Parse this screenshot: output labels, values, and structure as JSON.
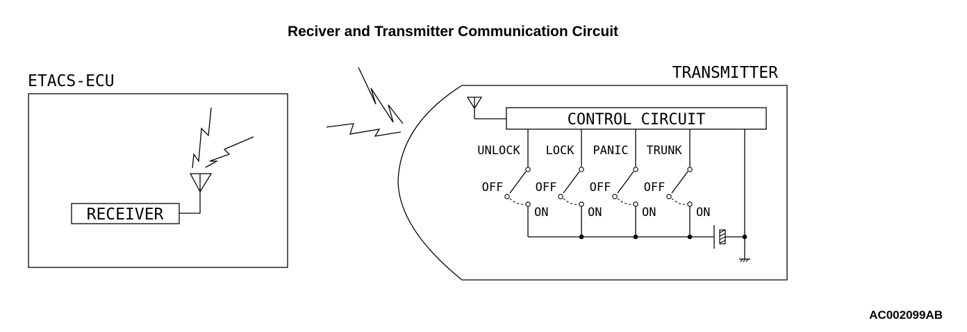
{
  "title": "Reciver and Transmitter Communication Circuit",
  "figure_code": "AC002099AB",
  "ecu": {
    "label": "ETACS-ECU",
    "receiver_label": "RECEIVER"
  },
  "transmitter": {
    "label": "TRANSMITTER",
    "control_circuit_label": "CONTROL CIRCUIT",
    "switches": [
      {
        "name": "UNLOCK",
        "off": "OFF",
        "on": "ON"
      },
      {
        "name": "LOCK",
        "off": "OFF",
        "on": "ON"
      },
      {
        "name": "PANIC",
        "off": "OFF",
        "on": "ON"
      },
      {
        "name": "TRUNK",
        "off": "OFF",
        "on": "ON"
      }
    ]
  }
}
